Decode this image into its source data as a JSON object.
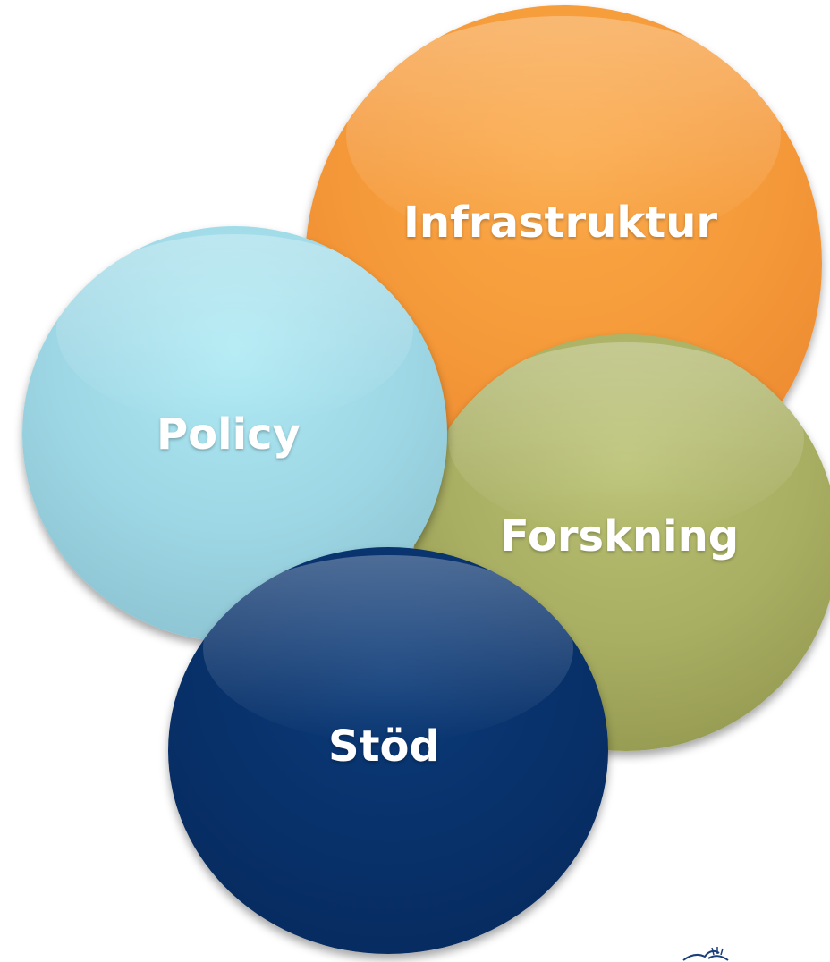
{
  "diagram": {
    "circles": [
      {
        "id": "infrastruktur",
        "label": "Infrastruktur",
        "color": "#f59a3a"
      },
      {
        "id": "forskning",
        "label": "Forskning",
        "color": "#a8ae62"
      },
      {
        "id": "policy",
        "label": "Policy",
        "color": "#9dd6e4"
      },
      {
        "id": "stod",
        "label": "Stöd",
        "color": "#08316a"
      }
    ]
  }
}
